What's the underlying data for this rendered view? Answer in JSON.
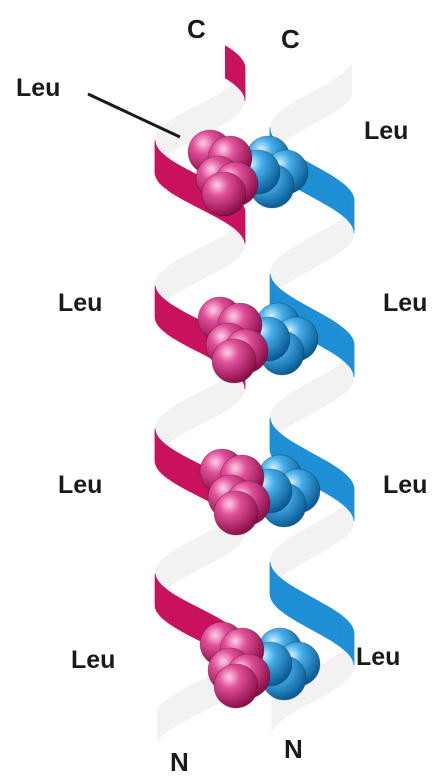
{
  "labels": {
    "terminus_c_left": "C",
    "terminus_c_right": "C",
    "terminus_n_left": "N",
    "terminus_n_right": "N",
    "leu_callout": "Leu",
    "leu_left_1": "Leu",
    "leu_left_2": "Leu",
    "leu_left_3": "Leu",
    "leu_right_0": "Leu",
    "leu_right_1": "Leu",
    "leu_right_2": "Leu",
    "leu_right_3": "Leu"
  },
  "colors": {
    "helix_left": "#c8125e",
    "helix_right": "#1f8fd6",
    "helix_back": "#f2f2f2",
    "leucine_left": "#d6408a",
    "leucine_right": "#3aa4e6",
    "text": "#1a1a1a"
  }
}
